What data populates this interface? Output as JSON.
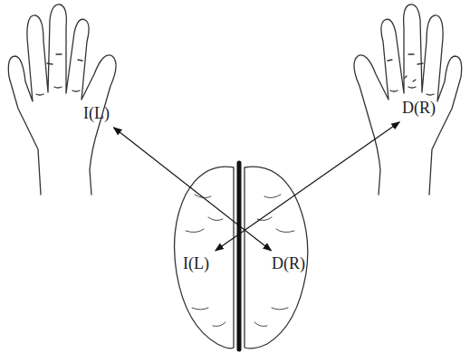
{
  "diagram": {
    "nodes": [
      {
        "text": [
          "I(L)"
        ]
      },
      {
        "text": [
          "D(R)"
        ]
      },
      {
        "text": [
          "I(L)"
        ]
      },
      {
        "text": [
          "D(R)"
        ]
      }
    ],
    "edges": [
      {
        "from": 0,
        "to": 3,
        "arrow": "both"
      },
      {
        "from": 1,
        "to": 2,
        "arrow": "both"
      }
    ]
  }
}
